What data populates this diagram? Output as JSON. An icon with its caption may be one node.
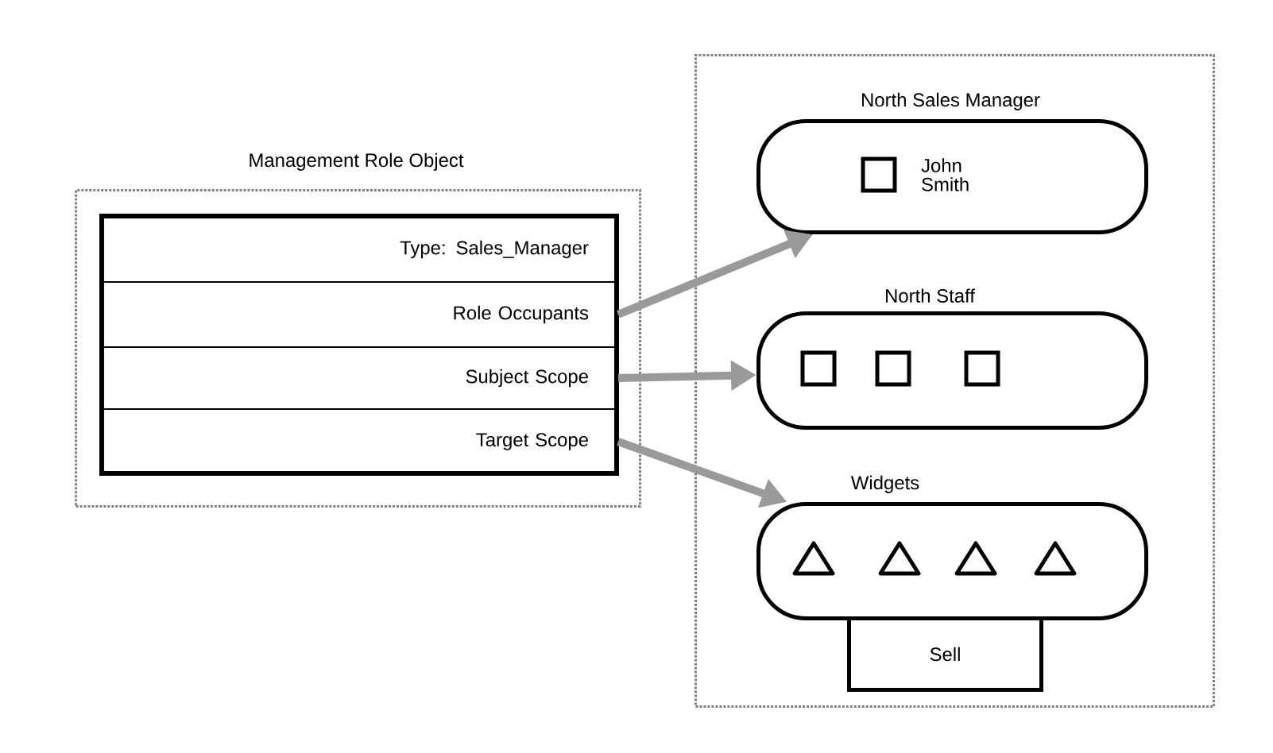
{
  "diagram": {
    "nodes": [
      {
        "text": [
          "Management Role Object"
        ]
      },
      {
        "text": [
          "Type:  Sales_Manager"
        ],
        "in": 0
      },
      {
        "text": [
          "Role Occupants"
        ],
        "in": 0
      },
      {
        "text": [
          "Subject Scope"
        ],
        "in": 0
      },
      {
        "text": [
          "Target Scope"
        ],
        "in": 0
      },
      {
        "text": [],
        "shape": "box"
      },
      {
        "text": [
          "North Sales Manager",
          "John Smith"
        ],
        "in": 5
      },
      {
        "text": [
          "North Staff"
        ],
        "in": 5
      },
      {
        "text": [
          "Widgets"
        ],
        "in": 5
      },
      {
        "text": [
          "Sell"
        ],
        "in": 5
      }
    ],
    "edges": [
      {
        "from": 2,
        "to": 6,
        "arrow": "to"
      },
      {
        "from": 3,
        "to": 7,
        "arrow": "to"
      },
      {
        "from": 4,
        "to": 8,
        "arrow": "to"
      }
    ]
  }
}
